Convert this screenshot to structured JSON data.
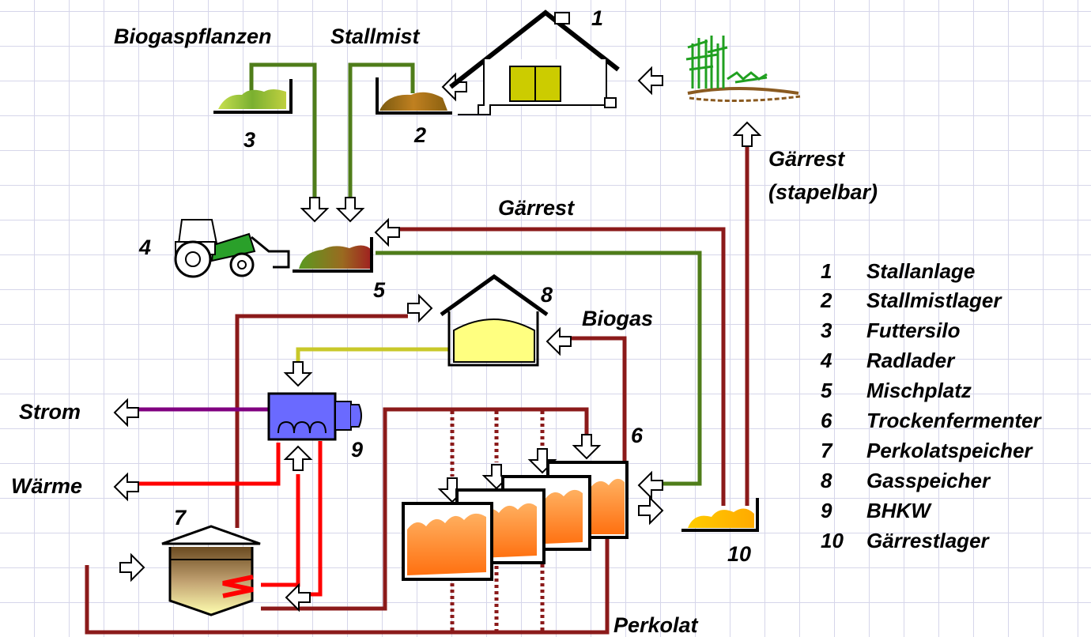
{
  "labels": {
    "biogaspflanzen": "Biogaspflanzen",
    "stallmist": "Stallmist",
    "gaerrest": "Gärrest",
    "gaerrest_stapelbar_1": "Gärrest",
    "gaerrest_stapelbar_2": "(stapelbar)",
    "biogas": "Biogas",
    "strom": "Strom",
    "waerme": "Wärme",
    "perkolat": "Perkolat"
  },
  "numbers": {
    "n1": "1",
    "n2": "2",
    "n3": "3",
    "n4": "4",
    "n5": "5",
    "n6": "6",
    "n7": "7",
    "n8": "8",
    "n9": "9",
    "n10": "10"
  },
  "legend": [
    {
      "num": "1",
      "text": "Stallanlage"
    },
    {
      "num": "2",
      "text": "Stallmistlager"
    },
    {
      "num": "3",
      "text": "Futtersilo"
    },
    {
      "num": "4",
      "text": "Radlader"
    },
    {
      "num": "5",
      "text": "Mischplatz"
    },
    {
      "num": "6",
      "text": "Trockenfermenter"
    },
    {
      "num": "7",
      "text": "Perkolatspeicher"
    },
    {
      "num": "8",
      "text": "Gasspeicher"
    },
    {
      "num": "9",
      "text": "BHKW"
    },
    {
      "num": "10",
      "text": "Gärrestlager"
    }
  ],
  "colors": {
    "gaerrest_line": "#8b1a1a",
    "mist_line": "#4f7d1a",
    "gas_line": "#c8c82a",
    "strom_line": "#800080",
    "waerme_line": "#ff0000",
    "fermenter_fill": "#ff8c1a",
    "bhkw_fill": "#6a6aff",
    "gasspeicher_fill": "#ffff80"
  }
}
